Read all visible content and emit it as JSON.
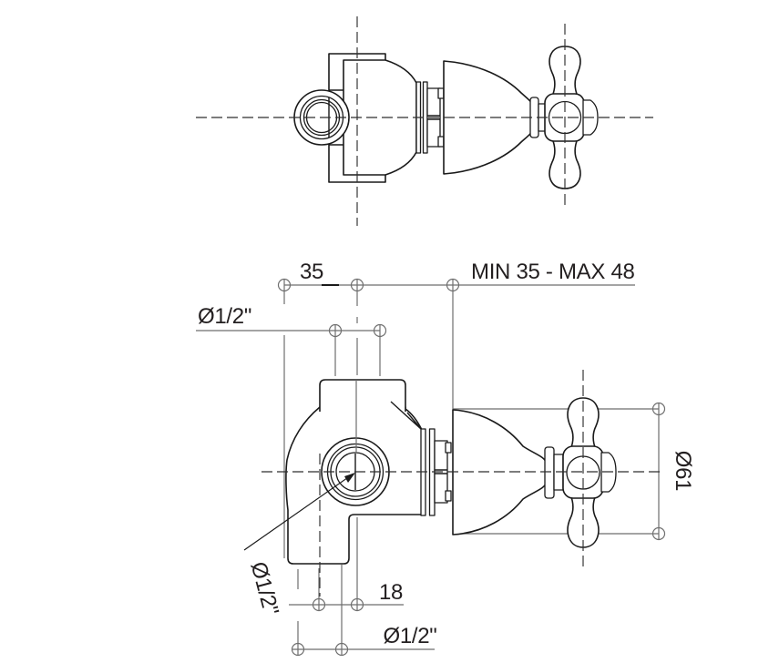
{
  "drawing": {
    "type": "technical-drawing",
    "subject": "concealed shower valve with cross handle, two orthographic views",
    "views": {
      "top_view": "plan view of valve body, escutcheon and cross handle",
      "front_view": "side elevation with installation dimensions"
    },
    "dimensions": {
      "offset_top": "35",
      "depth_range": "MIN 35 - MAX 48",
      "inlet_top": "Ø1/2\"",
      "port_center": "Ø1/2\"",
      "offset_bottom": "18",
      "inlet_bottom": "Ø1/2\"",
      "handle_flange_diameter": "Ø61"
    },
    "colors": {
      "background": "#ffffff",
      "object_line": "#1a1a1a",
      "dimension_line": "#6e6e6e",
      "text": "#231f20"
    }
  }
}
